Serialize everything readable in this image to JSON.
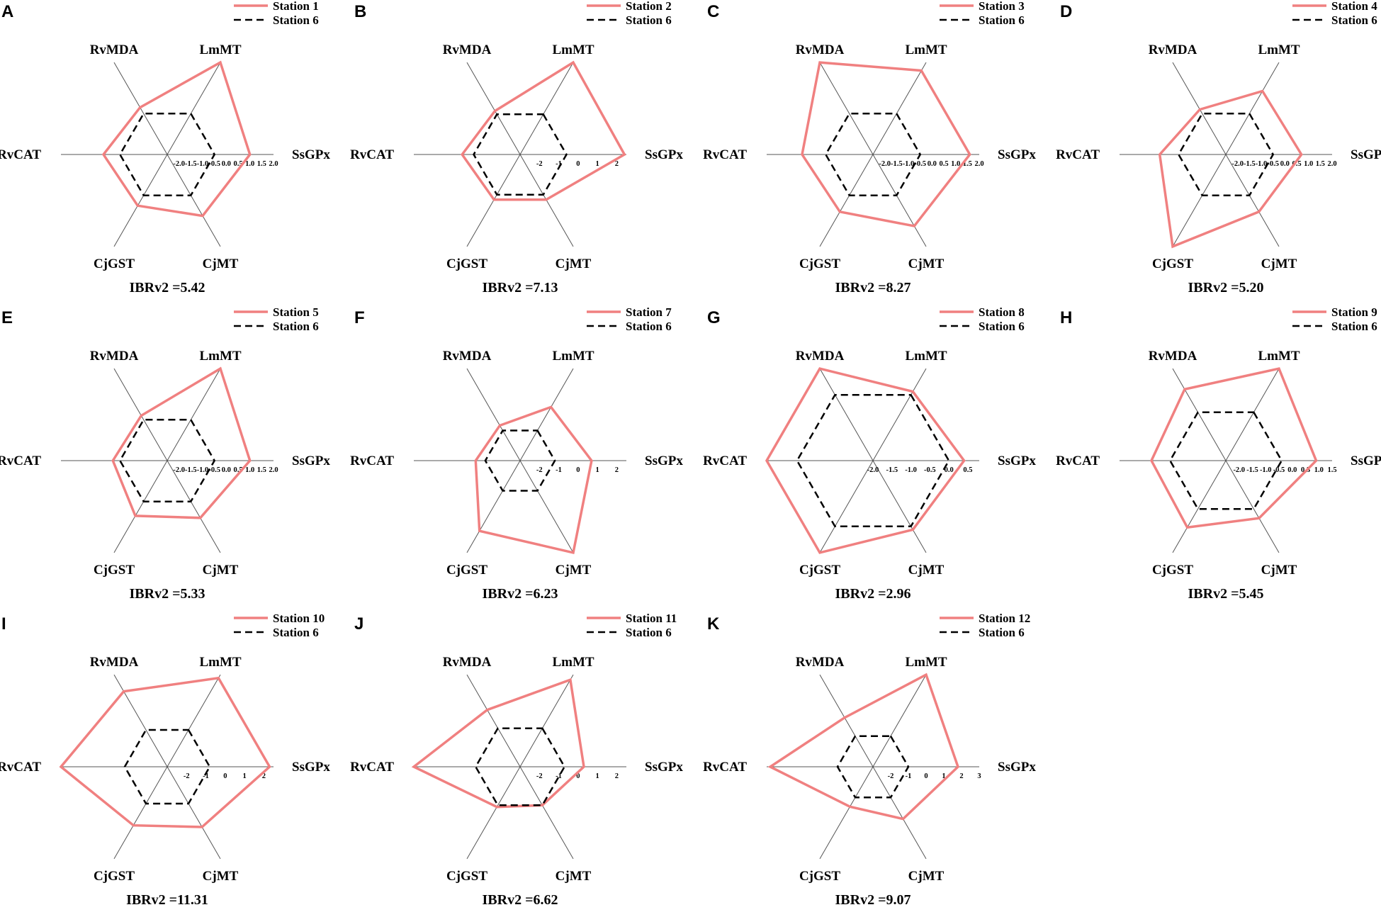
{
  "figure": {
    "axes": [
      "LmMT",
      "SsGPx",
      "CjMT",
      "CjGST",
      "RvCAT",
      "RvMDA"
    ]
  },
  "colors": {
    "station": "#f08080",
    "reference": "#000000",
    "axis": "#555555"
  },
  "chart_data": [
    {
      "type": "radar",
      "panel": "A",
      "legend": [
        "Station 1",
        "Station 6"
      ],
      "ibr": "IBRv2 =5.42",
      "ticks": [
        "-2.0",
        "-1.5",
        "-1.0",
        "-0.5",
        "0.0",
        "0.5",
        "1.0",
        "1.5",
        "2.0"
      ],
      "range": [
        -2.5,
        2.0
      ],
      "series": [
        {
          "name": "Station 1",
          "values": [
            2.0,
            1.0,
            0.5,
            0.0,
            0.2,
            -0.2
          ]
        },
        {
          "name": "Station 6",
          "values": [
            -0.5,
            -0.5,
            -0.5,
            -0.5,
            -0.5,
            -0.5
          ]
        }
      ]
    },
    {
      "type": "radar",
      "panel": "B",
      "legend": [
        "Station 2",
        "Station 6"
      ],
      "ibr": "IBRv2 =7.13",
      "ticks": [
        "-2",
        "-1",
        "0",
        "1",
        "2"
      ],
      "range": [
        -3.0,
        2.5
      ],
      "series": [
        {
          "name": "Station 2",
          "values": [
            2.5,
            2.4,
            -0.3,
            -0.3,
            0.0,
            -0.4
          ]
        },
        {
          "name": "Station 6",
          "values": [
            -0.6,
            -0.6,
            -0.6,
            -0.6,
            -0.6,
            -0.6
          ]
        }
      ]
    },
    {
      "type": "radar",
      "panel": "C",
      "legend": [
        "Station 3",
        "Station 6"
      ],
      "ibr": "IBRv2 =8.27",
      "ticks": [
        "-2.0",
        "-1.5",
        "-1.0",
        "-0.5",
        "0.0",
        "0.5",
        "1.0",
        "1.5",
        "2.0"
      ],
      "range": [
        -2.5,
        2.0
      ],
      "series": [
        {
          "name": "Station 3",
          "values": [
            1.6,
            1.6,
            1.0,
            0.3,
            0.5,
            2.0
          ]
        },
        {
          "name": "Station 6",
          "values": [
            -0.5,
            -0.5,
            -0.5,
            -0.5,
            -0.5,
            -0.5
          ]
        }
      ]
    },
    {
      "type": "radar",
      "panel": "D",
      "legend": [
        "Station 4",
        "Station 6"
      ],
      "ibr": "IBRv2 =5.20",
      "ticks": [
        "-2.0",
        "-1.5",
        "-1.0",
        "-0.5",
        "0.0",
        "0.5",
        "1.0",
        "1.5",
        "2.0"
      ],
      "range": [
        -2.5,
        2.0
      ],
      "series": [
        {
          "name": "Station 4",
          "values": [
            0.6,
            0.7,
            0.3,
            2.0,
            0.3,
            -0.3
          ]
        },
        {
          "name": "Station 6",
          "values": [
            -0.5,
            -0.5,
            -0.5,
            -0.5,
            -0.5,
            -0.5
          ]
        }
      ]
    },
    {
      "type": "radar",
      "panel": "E",
      "legend": [
        "Station 5",
        "Station 6"
      ],
      "ibr": "IBRv2 =5.33",
      "ticks": [
        "-2.0",
        "-1.5",
        "-1.0",
        "-0.5",
        "0.0",
        "0.5",
        "1.0",
        "1.5",
        "2.0"
      ],
      "range": [
        -2.5,
        2.0
      ],
      "series": [
        {
          "name": "Station 5",
          "values": [
            2.0,
            1.0,
            0.3,
            0.2,
            -0.2,
            -0.3
          ]
        },
        {
          "name": "Station 6",
          "values": [
            -0.5,
            -0.5,
            -0.5,
            -0.5,
            -0.5,
            -0.5
          ]
        }
      ]
    },
    {
      "type": "radar",
      "panel": "F",
      "legend": [
        "Station 7",
        "Station 6"
      ],
      "ibr": "IBRv2 =6.23",
      "ticks": [
        "-2",
        "-1",
        "0",
        "1",
        "2"
      ],
      "range": [
        -3.0,
        2.5
      ],
      "series": [
        {
          "name": "Station 7",
          "values": [
            0.2,
            0.7,
            2.5,
            1.2,
            -0.7,
            -0.9
          ]
        },
        {
          "name": "Station 6",
          "values": [
            -1.2,
            -1.2,
            -1.2,
            -1.2,
            -1.2,
            -1.2
          ]
        }
      ]
    },
    {
      "type": "radar",
      "panel": "G",
      "legend": [
        "Station 8",
        "Station 6"
      ],
      "ibr": "IBRv2 =2.96",
      "ticks": [
        "-2.0",
        "-1.5",
        "-1.0",
        "-0.5",
        "0.0",
        "0.5"
      ],
      "range": [
        -2.0,
        0.8
      ],
      "series": [
        {
          "name": "Station 8",
          "values": [
            0.1,
            0.4,
            0.1,
            0.8,
            0.8,
            0.8
          ]
        },
        {
          "name": "Station 6",
          "values": [
            0.0,
            0.0,
            0.0,
            0.0,
            0.0,
            0.0
          ]
        }
      ]
    },
    {
      "type": "radar",
      "panel": "H",
      "legend": [
        "Station 9",
        "Station 6"
      ],
      "ibr": "IBRv2 =5.45",
      "ticks": [
        "-2.0",
        "-1.5",
        "-1.0",
        "-0.5",
        "0.0",
        "0.5",
        "1.0",
        "1.5"
      ],
      "range": [
        -2.5,
        1.5
      ],
      "series": [
        {
          "name": "Station 9",
          "values": [
            1.5,
            0.9,
            0.0,
            0.4,
            0.3,
            0.6
          ]
        },
        {
          "name": "Station 6",
          "values": [
            -0.4,
            -0.4,
            -0.4,
            -0.4,
            -0.4,
            -0.4
          ]
        }
      ]
    },
    {
      "type": "radar",
      "panel": "I",
      "legend": [
        "Station 10",
        "Station 6"
      ],
      "ibr": "IBRv2 =11.31",
      "ticks": [
        "-2",
        "-1",
        "0",
        "1",
        "2"
      ],
      "range": [
        -3.0,
        2.5
      ],
      "series": [
        {
          "name": "Station 10",
          "values": [
            2.3,
            2.3,
            0.6,
            0.5,
            2.5,
            1.5
          ]
        },
        {
          "name": "Station 6",
          "values": [
            -0.8,
            -0.8,
            -0.8,
            -0.8,
            -0.8,
            -0.8
          ]
        }
      ]
    },
    {
      "type": "radar",
      "panel": "J",
      "legend": [
        "Station 11",
        "Station 6"
      ],
      "ibr": "IBRv2 =6.62",
      "ticks": [
        "-2",
        "-1",
        "0",
        "1",
        "2"
      ],
      "range": [
        -3.0,
        2.5
      ],
      "series": [
        {
          "name": "Station 11",
          "values": [
            2.2,
            0.3,
            -0.7,
            -0.6,
            2.5,
            0.4
          ]
        },
        {
          "name": "Station 6",
          "values": [
            -0.7,
            -0.7,
            -0.7,
            -0.7,
            -0.7,
            -0.7
          ]
        }
      ]
    },
    {
      "type": "radar",
      "panel": "K",
      "legend": [
        "Station 12",
        "Station 6"
      ],
      "ibr": "IBRv2 =9.07",
      "ticks": [
        "-2",
        "-1",
        "0",
        "1",
        "2",
        "3"
      ],
      "range": [
        -3.0,
        3.0
      ],
      "series": [
        {
          "name": "Station 12",
          "values": [
            3.0,
            1.8,
            0.4,
            -0.4,
            2.8,
            0.2
          ]
        },
        {
          "name": "Station 6",
          "values": [
            -1.0,
            -1.0,
            -1.0,
            -1.0,
            -1.0,
            -1.0
          ]
        }
      ]
    }
  ]
}
